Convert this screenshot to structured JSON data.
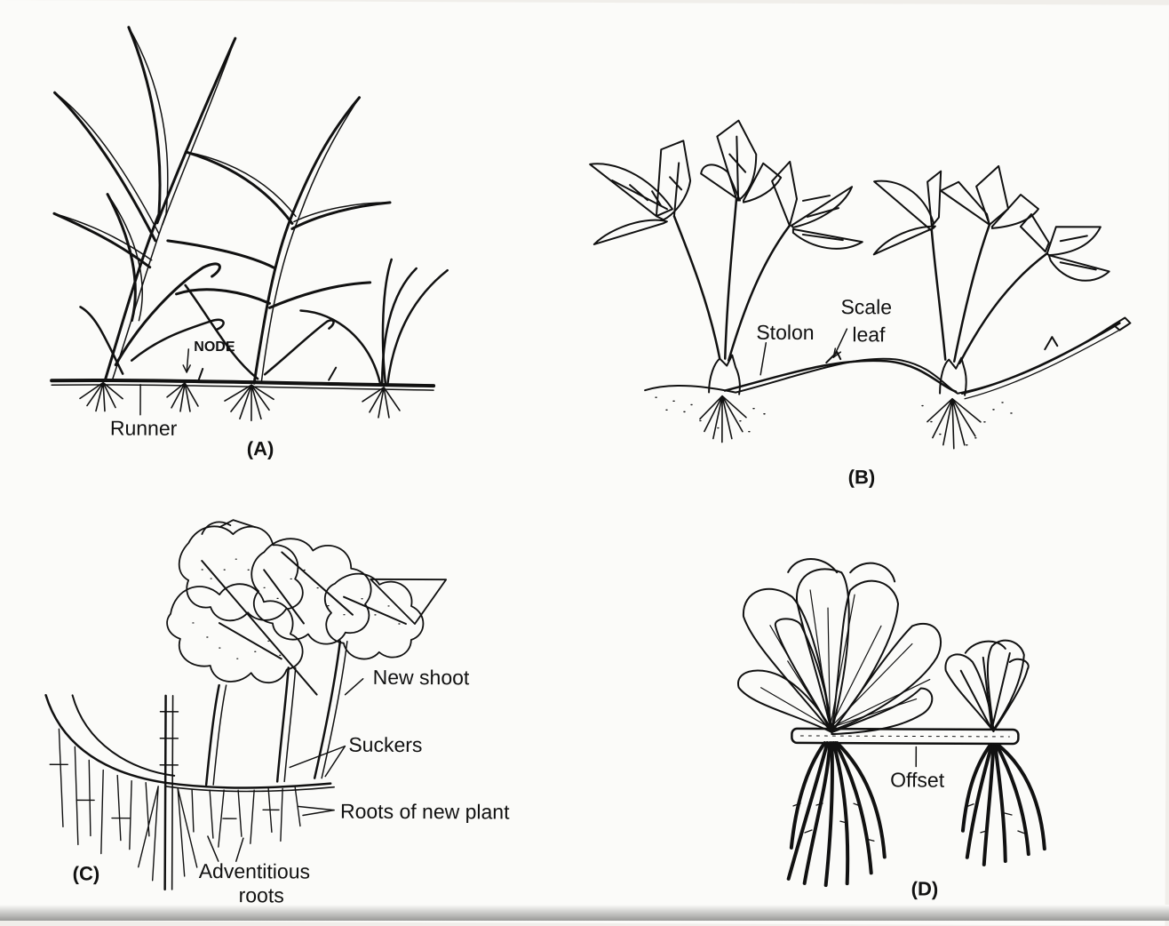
{
  "panels": {
    "a": {
      "caption": "(A)",
      "labels": {
        "node": "NODE",
        "runner": "Runner"
      }
    },
    "b": {
      "caption": "(B)",
      "labels": {
        "stolon": "Stolon",
        "scale_leaf_1": "Scale",
        "scale_leaf_2": "leaf"
      }
    },
    "c": {
      "caption": "(C)",
      "labels": {
        "new_shoot": "New shoot",
        "suckers": "Suckers",
        "roots_new_plant": "Roots of new plant",
        "adventitious_1": "Adventitious",
        "adventitious_2": "roots"
      }
    },
    "d": {
      "caption": "(D)",
      "labels": {
        "offset": "Offset"
      }
    }
  },
  "colors": {
    "ink": "#111111",
    "paper": "#fbfbf9"
  }
}
